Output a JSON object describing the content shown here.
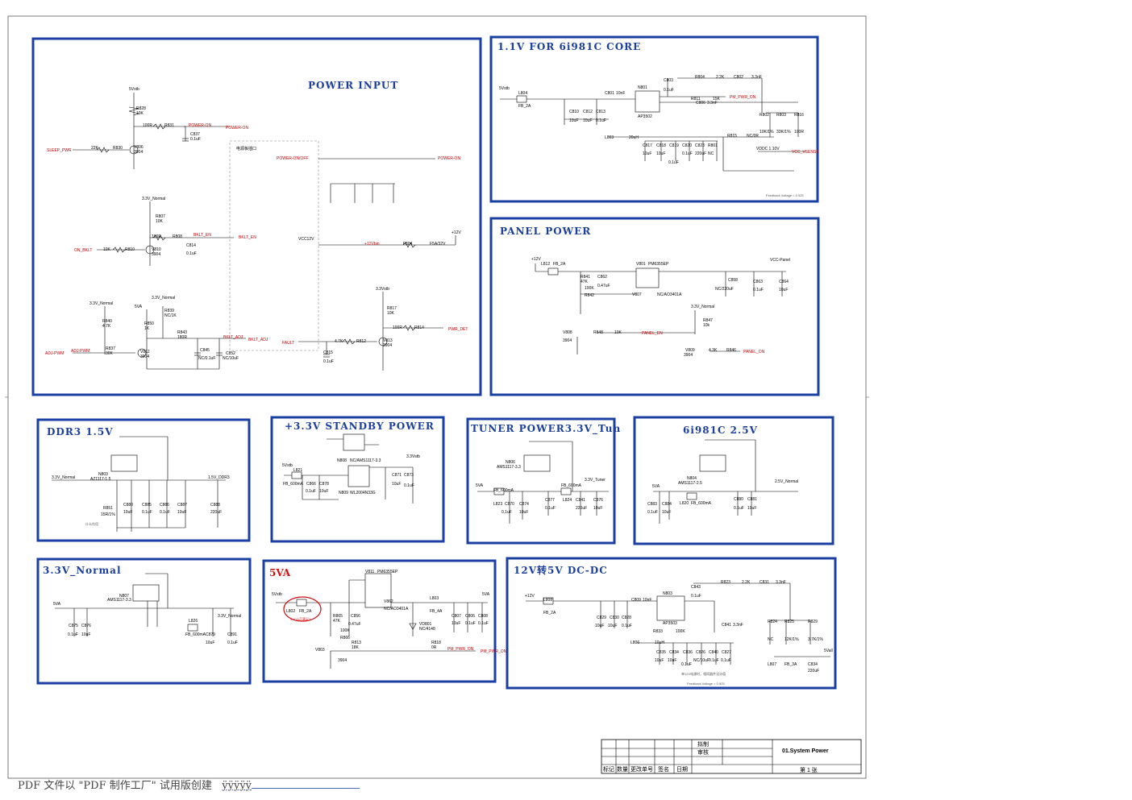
{
  "sections": {
    "power_input": "POWER INPUT",
    "core": "1.1V FOR 6i981C CORE",
    "panel": "PANEL POWER",
    "ddr": "DDR3 1.5V",
    "standby": "+3.3V STANDBY POWER",
    "tuner": "TUNER POWER3.3V_Tun",
    "v25": "6i981C 2.5V",
    "normal": "3.3V_Normal",
    "va5": "5VA",
    "dcdc": "12V转5V DC-DC"
  },
  "power_input": {
    "connector": "电源板插口",
    "nets": [
      "5Vstb",
      "SLEEP_PWR",
      "POWER-ON",
      "POWER-ON/OFF",
      "POWER-ON",
      "3.3V_Normal",
      "BKLT_EN",
      "ON_BKLT",
      "VCC12V",
      "+12Vbin",
      "+12V",
      "3.3Vstb",
      "PWR_DET",
      "FAULT",
      "BKLT_ADJ",
      "ADJ-PWM",
      "5VA"
    ],
    "parts": [
      "R828",
      "10K",
      "R831",
      "100R",
      "C837",
      "0.1uF",
      "R830",
      "22K",
      "V806",
      "3904",
      "R807",
      "10K",
      "R808",
      "100R",
      "C814",
      "0.1uF",
      "R810",
      "10K",
      "V810",
      "3904",
      "F804",
      "F5A/32V",
      "R817",
      "10K",
      "R814",
      "100R",
      "R812",
      "4.7K",
      "V813",
      "3904",
      "C815",
      "0.1uF",
      "R840",
      "4.7K",
      "R837",
      "30K",
      "V812",
      "3904",
      "R850",
      "1K",
      "R839",
      "NC/1K",
      "R843",
      "180R",
      "C845",
      "NC/0.1uF",
      "C852",
      "NC/10uF"
    ]
  },
  "core": {
    "parts": [
      "L804",
      "FB_2A",
      "C801",
      "10nF",
      "N801",
      "AP3502",
      "C803",
      "0.1uF",
      "R804",
      "2.2K",
      "C802",
      "3.3nF",
      "R811",
      "15K",
      "C806",
      "3.3nF",
      "C810",
      "10uF",
      "C812",
      "10uF",
      "C813",
      "0.1uF",
      "L803",
      "20uH",
      "C817",
      "10uF",
      "C818",
      "10uF",
      "C819",
      "0.1uF",
      "C820",
      "0.1uF",
      "C823",
      "220uF",
      "R801",
      "NC",
      "R802",
      "10K/1%",
      "R803",
      "33K/1%",
      "R816",
      "100R",
      "R815",
      "NC/0R",
      "VDDC 1.10V"
    ],
    "nets": [
      "5Vstb",
      "PM_PWR_ON",
      "VCC_VSENSE"
    ],
    "note": "Feedback Voltage = 0.925"
  },
  "panel": {
    "parts": [
      "L812",
      "FB_2A",
      "R841",
      "47K",
      "V801",
      "PM6355EP",
      "C862",
      "0.47uF",
      "R842",
      "100K",
      "V807",
      "NC/AO3401A",
      "C858",
      "NC/220uF",
      "C863",
      "0.1uF",
      "C864",
      "10uF",
      "R847",
      "10k",
      "V808",
      "3904",
      "R848",
      "10K",
      "V809",
      "3904",
      "R846",
      "4.3K"
    ],
    "nets": [
      "+12V",
      "VCC-Panel",
      "3.3V_Normal",
      "PANEL_EN",
      "PANEL_ON"
    ]
  },
  "ddr": {
    "parts": [
      "N803",
      "AZ1117-1.5",
      "R851",
      "15R/1%",
      "C880",
      "10uF",
      "C885",
      "0.1uF",
      "C886",
      "0.1uF",
      "C887",
      "10uF",
      "C888",
      "220uF"
    ],
    "nets": [
      "3.3V_Normal",
      "1.5V_DDR3"
    ],
    "note": "什么作用"
  },
  "standby": {
    "parts": [
      "N808",
      "NC/AMS1117-3.3",
      "N809",
      "WL2004N33G",
      "L821",
      "FB_600mA",
      "C866",
      "0.1uF",
      "C878",
      "10uF",
      "C871",
      "10uF",
      "C873",
      "0.1uF"
    ],
    "nets": [
      "5Vstb",
      "3.3Vstb"
    ]
  },
  "tuner": {
    "parts": [
      "N806",
      "AMS1117-3.3",
      "L823",
      "FB_600mA",
      "L824",
      "FB_600mA",
      "C870",
      "0.1uF",
      "C874",
      "10uF",
      "C877",
      "0.1uF",
      "C841",
      "220uF",
      "C876",
      "10uF"
    ],
    "nets": [
      "5VA",
      "3.3V_Tuner"
    ]
  },
  "v25": {
    "parts": [
      "N804",
      "AMS1117-2.5",
      "L820",
      "FB_600mA",
      "C883",
      "0.1uF",
      "C884",
      "10uF",
      "C880",
      "0.1uF",
      "C881",
      "10uF"
    ],
    "nets": [
      "5VA",
      "2.5V_Normal"
    ]
  },
  "normal": {
    "parts": [
      "N807",
      "AMS1117-3.3",
      "L826",
      "FB_600mA",
      "C875",
      "0.1uF",
      "C876",
      "10uF",
      "C879",
      "10uF",
      "C891",
      "0.1uF"
    ],
    "nets": [
      "5VA",
      "3.3V_Normal"
    ]
  },
  "va5": {
    "parts": [
      "L802",
      "FB_2A",
      "V811",
      "PM6355EP",
      "V862",
      "NC/AO3401A",
      "R865",
      "47K",
      "C856",
      "0.47uF",
      "R866",
      "100K",
      "L803",
      "FB_4A",
      "VD801",
      "NC/4148",
      "R813",
      "18K",
      "R818",
      "0R",
      "V803",
      "3904",
      "C807",
      "10uF",
      "C806",
      "0.1uF",
      "C808",
      "0.1uF"
    ],
    "nets": [
      "5Vstb",
      "5VA",
      "PM_PWR_ON"
    ],
    "circled_note": "5V/1A可满足?"
  },
  "dcdc": {
    "parts": [
      "L808",
      "FB_2A",
      "C809",
      "10nF",
      "N803",
      "AP3503",
      "C843",
      "0.1uF",
      "R823",
      "2.2K",
      "C831",
      "3.3nF",
      "R833",
      "100K",
      "C829",
      "10uF",
      "C830",
      "10uF",
      "C828",
      "0.1uF",
      "L806",
      "10uH",
      "C835",
      "10uF",
      "C834",
      "10uF",
      "C836",
      "0.1uF",
      "C826",
      "NC/10uF",
      "C840",
      "0.1uF",
      "C827",
      "0.1uF",
      "C841",
      "3.3nF",
      "R824",
      "NC",
      "R825",
      "12K/1%",
      "R829",
      "3.7K/1%",
      "L807",
      "FB_3A",
      "C834",
      "220uF"
    ],
    "nets": [
      "+12V",
      "5Vall"
    ],
    "note1": "单12V电源时，相同器件设计值",
    "note": "Feedback Voltage = 0.925"
  },
  "title_block": {
    "drawn": "拟制",
    "checked": "审核",
    "sheet_title": "01.System Power",
    "page": "第 1 张",
    "col1": "标记",
    "col2": "数量",
    "col3": "更改单号",
    "col4": "签名",
    "col5": "日期"
  },
  "footer": {
    "text": "PDF 文件以 \"PDF 制作工厂\" 试用版创建",
    "link": "ÿÿÿÿÿ"
  }
}
